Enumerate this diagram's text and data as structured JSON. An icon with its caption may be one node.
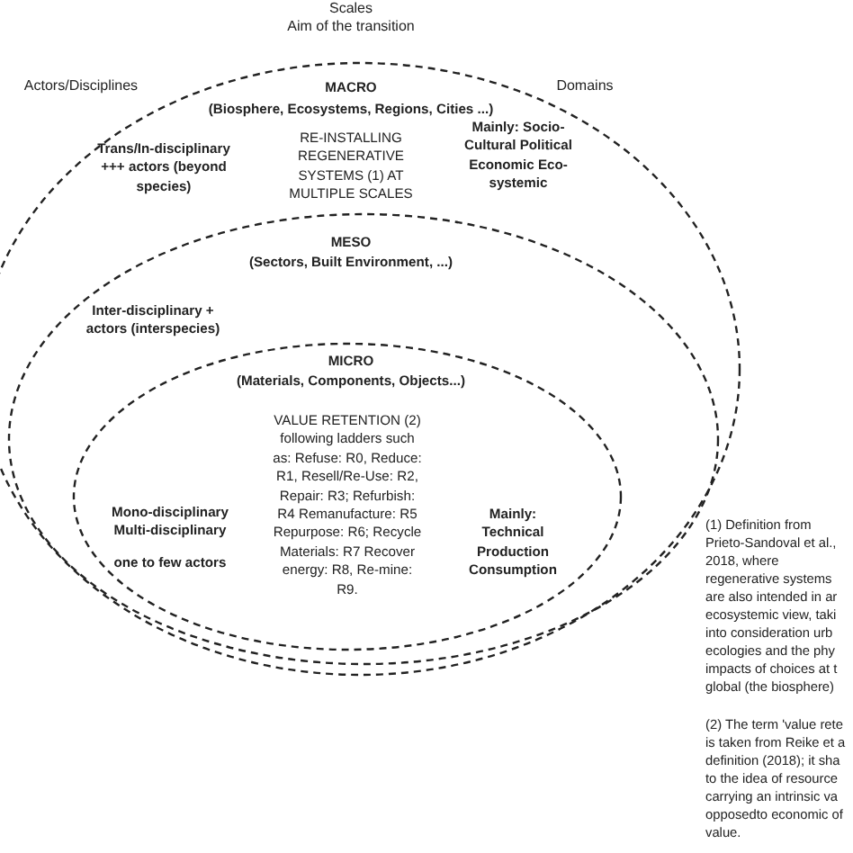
{
  "diagram": {
    "nodes": [
      {
        "text": [
          "MACRO",
          "(Biosphere, Ecosystems, Regions, Cities ...)",
          "Trans/In-disciplinary +++ actors (beyond species)",
          "RE-INSTALLING REGENERATIVE SYSTEMS (1) AT MULTIPLE SCALES",
          "Mainly: Socio-Cultural Political Economic Eco-systemic"
        ]
      },
      {
        "text": [
          "MESO",
          "(Sectors, Built Environment, ...)",
          "Inter-disciplinary + actors (interspecies)"
        ],
        "in": 0
      },
      {
        "text": [
          "MICRO",
          "(Materials, Components, Objects...)",
          "Mono-disciplinary Multi-disciplinary",
          "one to few actors",
          "VALUE RETENTION (2) following ladders such as: Refuse: R0, Reduce: R1, Resell/Re-Use: R2, Repair: R3; Refurbish: R4 Remanufacture: R5 Repurpose: R6; Recycle Materials: R7 Recover energy: R8, Re-mine: R9.",
          "Mainly: Technical Production Consumption"
        ],
        "in": 1
      }
    ],
    "edges": [],
    "labels": [
      "Scales",
      "Aim of the transition",
      "Actors/Disciplines",
      "Domains",
      "(1) Definition from Prieto-Sandoval et al., 2018, where regenerative systems are also intended in ar ecosystemic view, taki into consideration urb ecologies and the phy impacts of choices at t global (the biosphere)",
      "(2) The term 'value rete is taken from Reike et a definition (2018); it sha to the idea of resource carrying an intrinsic va opposedto economic of value."
    ]
  }
}
